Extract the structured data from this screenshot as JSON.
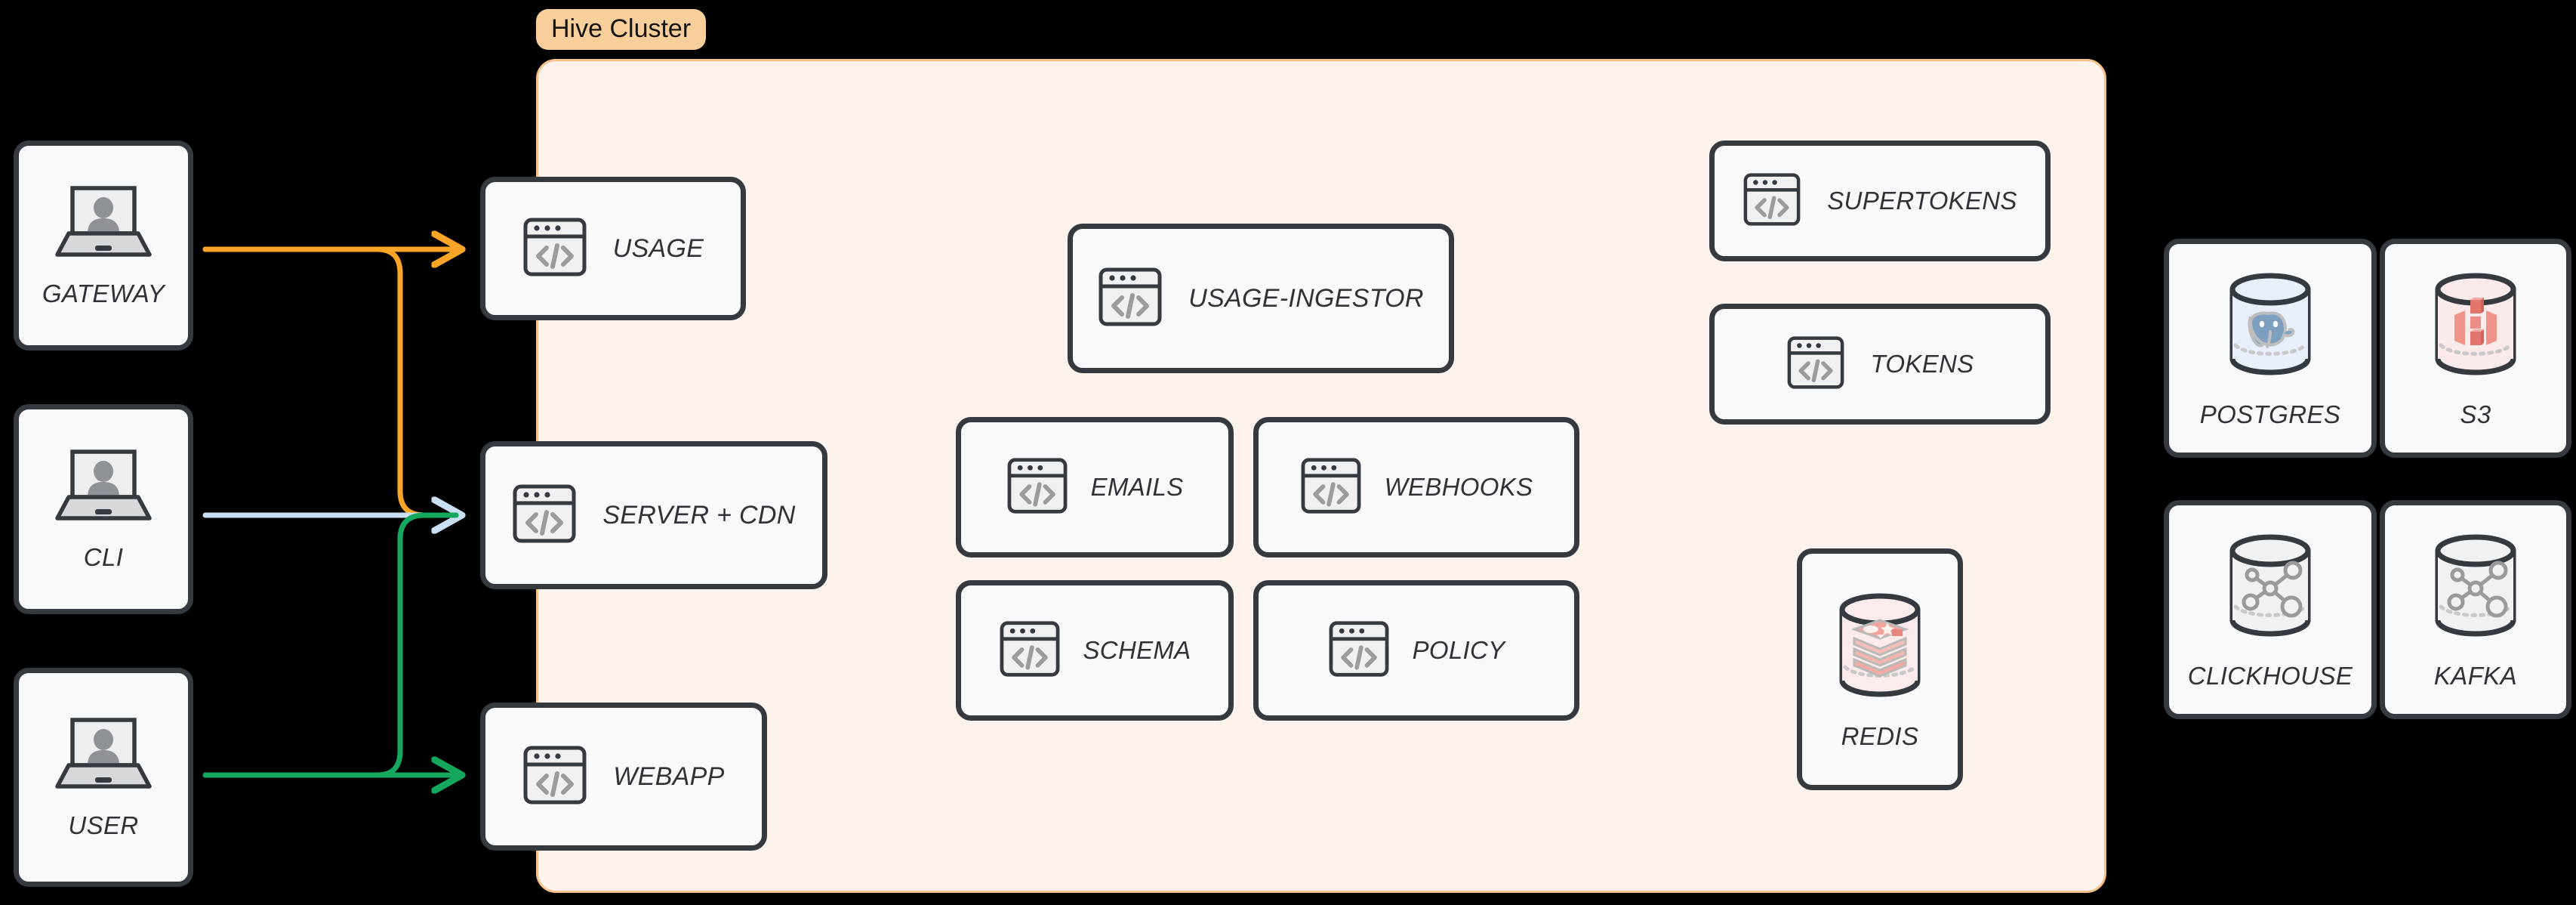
{
  "cluster": {
    "tag_label": "Hive Cluster",
    "panel_fill": "#fdf3ec",
    "panel_border": "#f6c08a",
    "tag_fill": "#f8cf9b"
  },
  "actors": [
    {
      "id": "gateway",
      "label": "GATEWAY",
      "icon": "laptop-user-icon"
    },
    {
      "id": "cli",
      "label": "CLI",
      "icon": "laptop-user-icon"
    },
    {
      "id": "user",
      "label": "USER",
      "icon": "laptop-user-icon"
    }
  ],
  "edge_services": [
    {
      "id": "usage",
      "label": "USAGE",
      "icon": "code-window-icon"
    },
    {
      "id": "server-cdn",
      "label": "SERVER + CDN",
      "icon": "code-window-icon"
    },
    {
      "id": "webapp",
      "label": "WEBAPP",
      "icon": "code-window-icon"
    }
  ],
  "core_services": [
    {
      "id": "usage-ingestor",
      "label": "USAGE-INGESTOR",
      "icon": "code-window-icon"
    },
    {
      "id": "emails",
      "label": "EMAILS",
      "icon": "code-window-icon"
    },
    {
      "id": "webhooks",
      "label": "WEBHOOKS",
      "icon": "code-window-icon"
    },
    {
      "id": "schema",
      "label": "SCHEMA",
      "icon": "code-window-icon"
    },
    {
      "id": "policy",
      "label": "POLICY",
      "icon": "code-window-icon"
    }
  ],
  "auth_services": [
    {
      "id": "supertokens",
      "label": "SUPERTOKENS",
      "icon": "code-window-icon"
    },
    {
      "id": "tokens",
      "label": "TOKENS",
      "icon": "code-window-icon"
    }
  ],
  "in_cluster_stores": [
    {
      "id": "redis",
      "label": "REDIS",
      "icon": "redis-cylinder-icon",
      "accent": "#f0a49c"
    }
  ],
  "external_stores": [
    {
      "id": "postgres",
      "label": "POSTGRES",
      "icon": "postgres-cylinder-icon",
      "accent": "#7d9fc0"
    },
    {
      "id": "s3",
      "label": "S3",
      "icon": "s3-cylinder-icon",
      "accent": "#e98b80"
    },
    {
      "id": "clickhouse",
      "label": "CLICKHOUSE",
      "icon": "clickhouse-cylinder-icon",
      "accent": "#9a9a9a"
    },
    {
      "id": "kafka",
      "label": "KAFKA",
      "icon": "kafka-cylinder-icon",
      "accent": "#9a9a9a"
    }
  ],
  "connectors": [
    {
      "id": "gateway-to-usage",
      "from": "GATEWAY",
      "to": "USAGE",
      "color": "#f9a528"
    },
    {
      "id": "gateway-to-server-cdn",
      "from": "GATEWAY",
      "to": "SERVER + CDN",
      "color": "#f9a528"
    },
    {
      "id": "cli-to-server-cdn",
      "from": "CLI",
      "to": "SERVER + CDN",
      "color": "#c8dff4"
    },
    {
      "id": "user-to-server-cdn",
      "from": "USER",
      "to": "SERVER + CDN",
      "color": "#16a75e"
    },
    {
      "id": "user-to-webapp",
      "from": "USER",
      "to": "WEBAPP",
      "color": "#16a75e"
    }
  ]
}
